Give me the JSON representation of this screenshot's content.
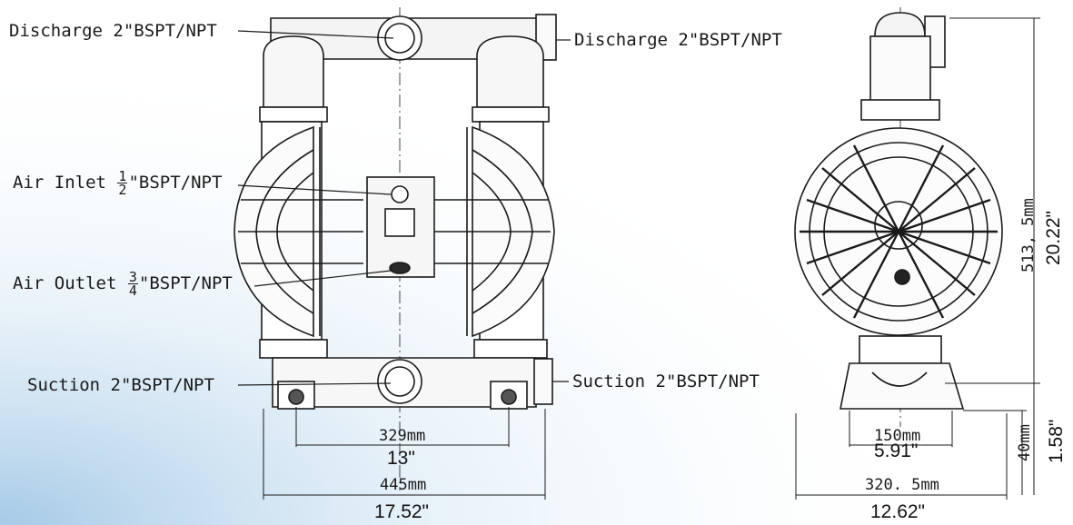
{
  "labels": {
    "discharge_left": "Discharge 2\"BSPT/NPT",
    "discharge_right": "Discharge 2\"BSPT/NPT",
    "air_inlet_prefix": "Air Inlet",
    "air_inlet_frac_num": "1",
    "air_inlet_frac_den": "2",
    "air_inlet_suffix": "\"BSPT/NPT",
    "air_outlet_prefix": "Air Outlet",
    "air_outlet_frac_num": "3",
    "air_outlet_frac_den": "4",
    "air_outlet_suffix": "\"BSPT/NPT",
    "suction_left": "Suction 2\"BSPT/NPT",
    "suction_right": "Suction 2\"BSPT/NPT"
  },
  "dimensions": {
    "port_spacing_mm": "329mm",
    "port_spacing_in": "13\"",
    "width_mm": "445mm",
    "width_in": "17.52\"",
    "base_mm": "150mm",
    "base_in": "5.91\"",
    "depth_mm": "320. 5mm",
    "depth_in": "12.62\"",
    "height_mm": "513, 5mm",
    "height_in": "20.22\"",
    "foot_mm": "40mm",
    "foot_in": "1.58\""
  },
  "colors": {
    "line": "#1a1a1a",
    "background_tint": "#dcebf6"
  }
}
